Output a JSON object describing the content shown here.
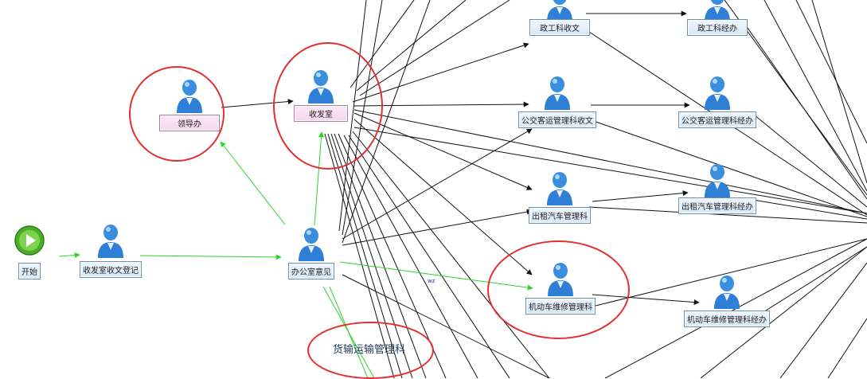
{
  "colors": {
    "edge_black": "#111111",
    "edge_green": "#2ad62a",
    "annotation_red": "#e23030",
    "avatar_blue": "#2f7fd6",
    "start_green": "#4caf28"
  },
  "nodes": {
    "start": {
      "label": "开始",
      "icon": "start-play-icon"
    },
    "register": {
      "label": "收发室收文登记",
      "icon": "person-icon"
    },
    "office_opinion": {
      "label": "办公室意见",
      "icon": "person-icon"
    },
    "leader_office": {
      "label": "领导办",
      "icon": "person-icon"
    },
    "mailroom": {
      "label": "收发室",
      "icon": "person-icon"
    },
    "politics_receive": {
      "label": "政工科收文",
      "icon": "person-icon"
    },
    "politics_handle": {
      "label": "政工科经办",
      "icon": "person-icon"
    },
    "transit_receive": {
      "label": "公交客运管理科收文",
      "icon": "person-icon"
    },
    "transit_handle": {
      "label": "公交客运管理科经办",
      "icon": "person-icon"
    },
    "taxi_office": {
      "label": "出租汽车管理科",
      "icon": "person-icon"
    },
    "taxi_handle": {
      "label": "出租汽车管理科经办",
      "icon": "person-icon"
    },
    "vehicle_repair": {
      "label": "机动车维修管理科",
      "icon": "person-icon"
    },
    "vehicle_handle": {
      "label": "机动车维修管理科经办",
      "icon": "person-icon"
    }
  },
  "annotations": {
    "freight_label": "货输运输管理科",
    "small_mark": "wz"
  }
}
